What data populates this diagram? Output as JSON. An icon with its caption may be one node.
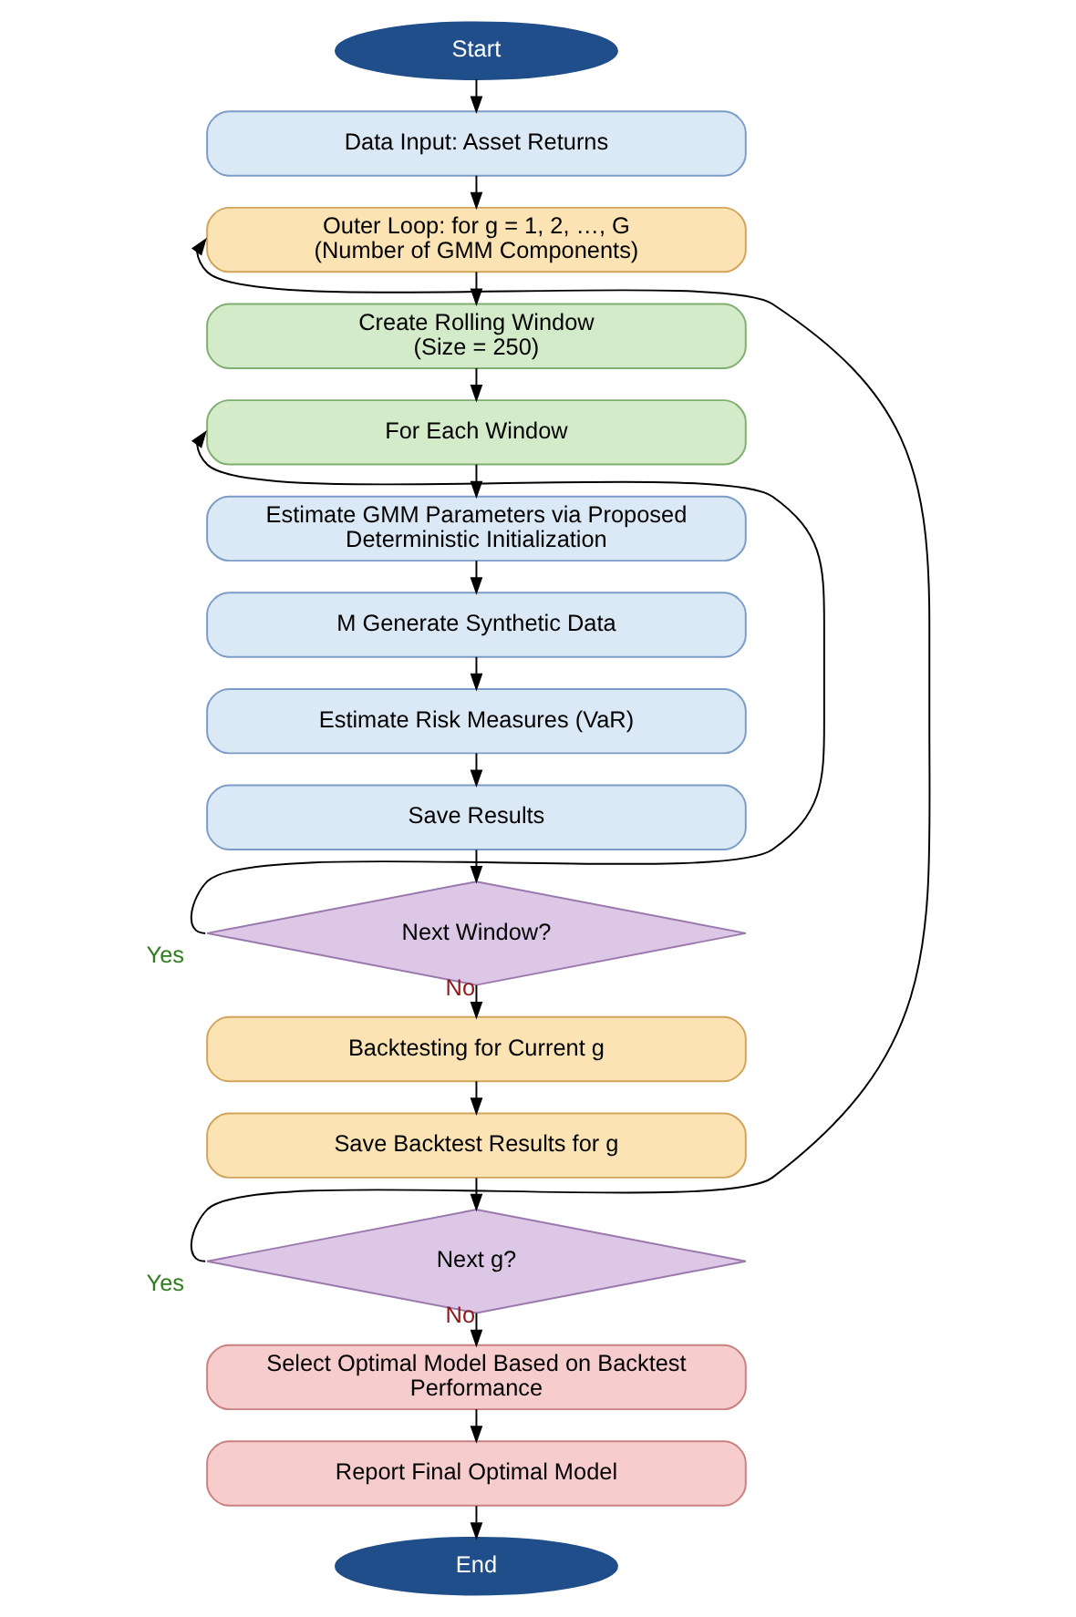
{
  "diagram": {
    "nodes": [
      {
        "text": [
          "Start"
        ]
      },
      {
        "text": [
          "Data Input: Asset Returns"
        ]
      },
      {
        "text": [
          "Outer Loop: for g = 1, 2, …, G",
          "(Number of GMM Components)"
        ]
      },
      {
        "text": [
          "Create Rolling Window",
          "(Size = 250)"
        ]
      },
      {
        "text": [
          "For Each Window"
        ]
      },
      {
        "text": [
          "Estimate GMM Parameters via Proposed Deterministic Initialization"
        ]
      },
      {
        "text": [
          "M Generate Synthetic Data"
        ]
      },
      {
        "text": [
          "Estimate Risk Measures (VaR)"
        ]
      },
      {
        "text": [
          "Save Results"
        ]
      },
      {
        "text": [
          "Next Window?"
        ]
      },
      {
        "text": [
          "Backtesting for Current g"
        ]
      },
      {
        "text": [
          "Save Backtest Results for g"
        ]
      },
      {
        "text": [
          "Next g?"
        ]
      },
      {
        "text": [
          "Select Optimal Model Based on Backtest Performance"
        ]
      },
      {
        "text": [
          "Report Final Optimal Model"
        ]
      },
      {
        "text": [
          "End"
        ]
      }
    ],
    "edges": [
      {
        "from": 0,
        "to": 1,
        "arrow": "to"
      },
      {
        "from": 1,
        "to": 2,
        "arrow": "to"
      },
      {
        "from": 2,
        "to": 3,
        "arrow": "to"
      },
      {
        "from": 3,
        "to": 4,
        "arrow": "to"
      },
      {
        "from": 4,
        "to": 5,
        "arrow": "to"
      },
      {
        "from": 5,
        "to": 6,
        "arrow": "to"
      },
      {
        "from": 6,
        "to": 7,
        "arrow": "to"
      },
      {
        "from": 7,
        "to": 8,
        "arrow": "to"
      },
      {
        "from": 8,
        "to": 9,
        "arrow": "to"
      },
      {
        "from": 9,
        "to": 4,
        "arrow": "to",
        "label": "Yes"
      },
      {
        "from": 9,
        "to": 10,
        "arrow": "to",
        "label": "No"
      },
      {
        "from": 10,
        "to": 11,
        "arrow": "to"
      },
      {
        "from": 11,
        "to": 12,
        "arrow": "to"
      },
      {
        "from": 12,
        "to": 2,
        "arrow": "to",
        "label": "Yes"
      },
      {
        "from": 12,
        "to": 13,
        "arrow": "to",
        "label": "No"
      },
      {
        "from": 13,
        "to": 14,
        "arrow": "to"
      },
      {
        "from": 14,
        "to": 15,
        "arrow": "to"
      }
    ]
  }
}
